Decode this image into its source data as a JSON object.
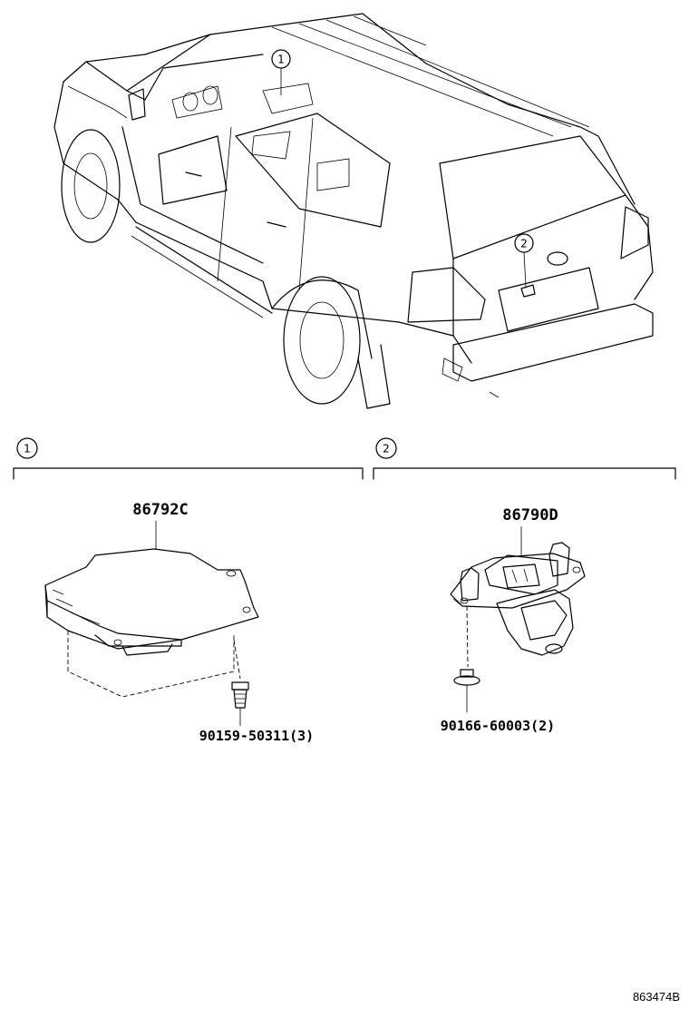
{
  "vehicle": {
    "callouts": [
      "1",
      "2"
    ]
  },
  "section_1": {
    "marker": "1",
    "part_number": "86792C",
    "fastener": "90159-50311(3)"
  },
  "section_2": {
    "marker": "2",
    "part_number": "86790D",
    "fastener": "90166-60003(2)"
  },
  "illustration_code": "863474B"
}
